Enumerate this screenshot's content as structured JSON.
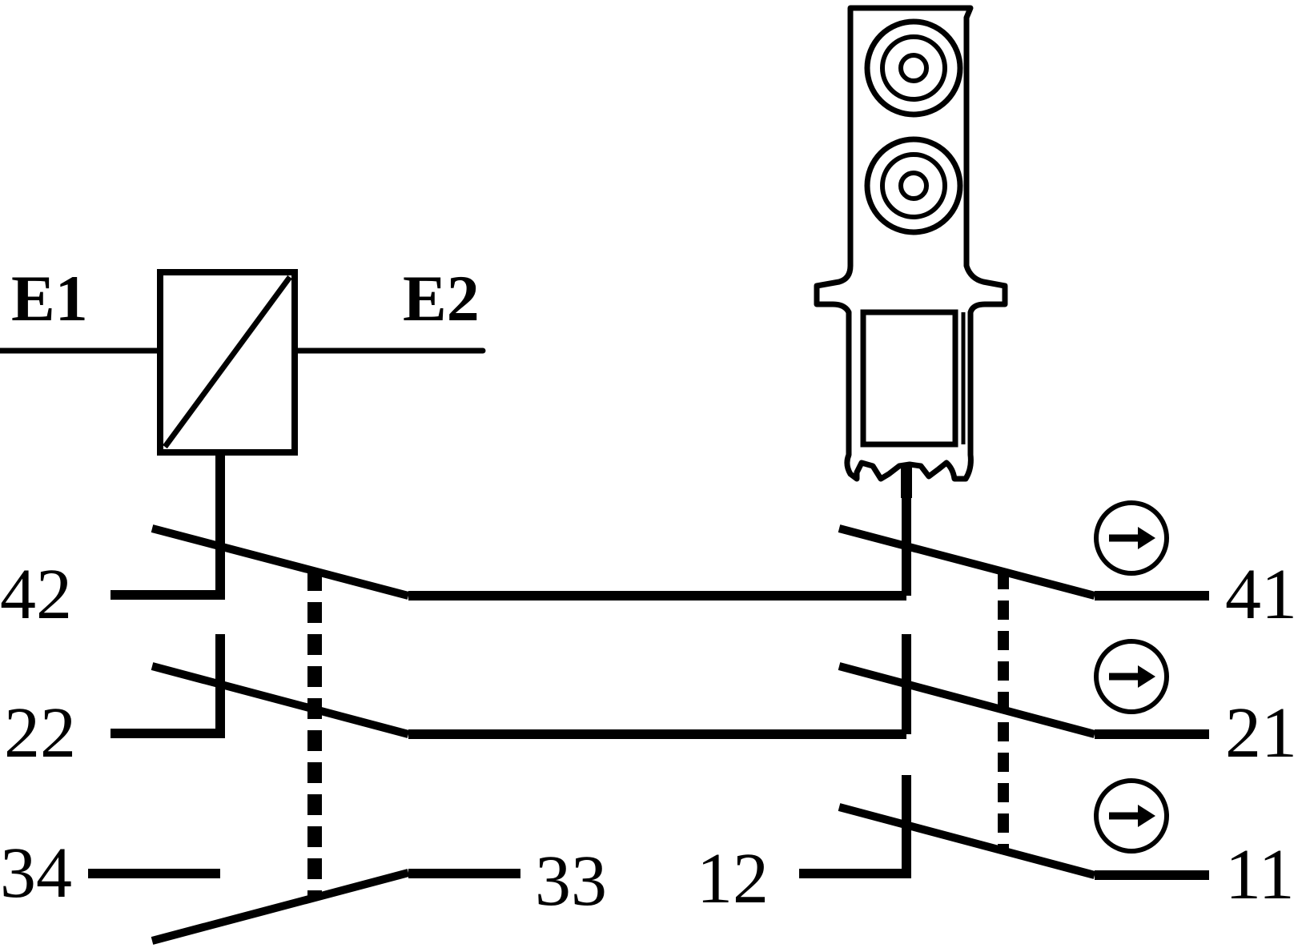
{
  "colors": {
    "line": "#000000",
    "background": "#ffffff"
  },
  "labels": {
    "e1": "E1",
    "e2": "E2",
    "t42": "42",
    "t22": "22",
    "t34": "34",
    "t33": "33",
    "t12": "12",
    "t41": "41",
    "t21": "21",
    "t11": "11"
  },
  "symbols": {
    "coil": "coil-symbol",
    "actuator": "actuator-key",
    "positive_opening": "positive-opening-arrow-icon"
  }
}
